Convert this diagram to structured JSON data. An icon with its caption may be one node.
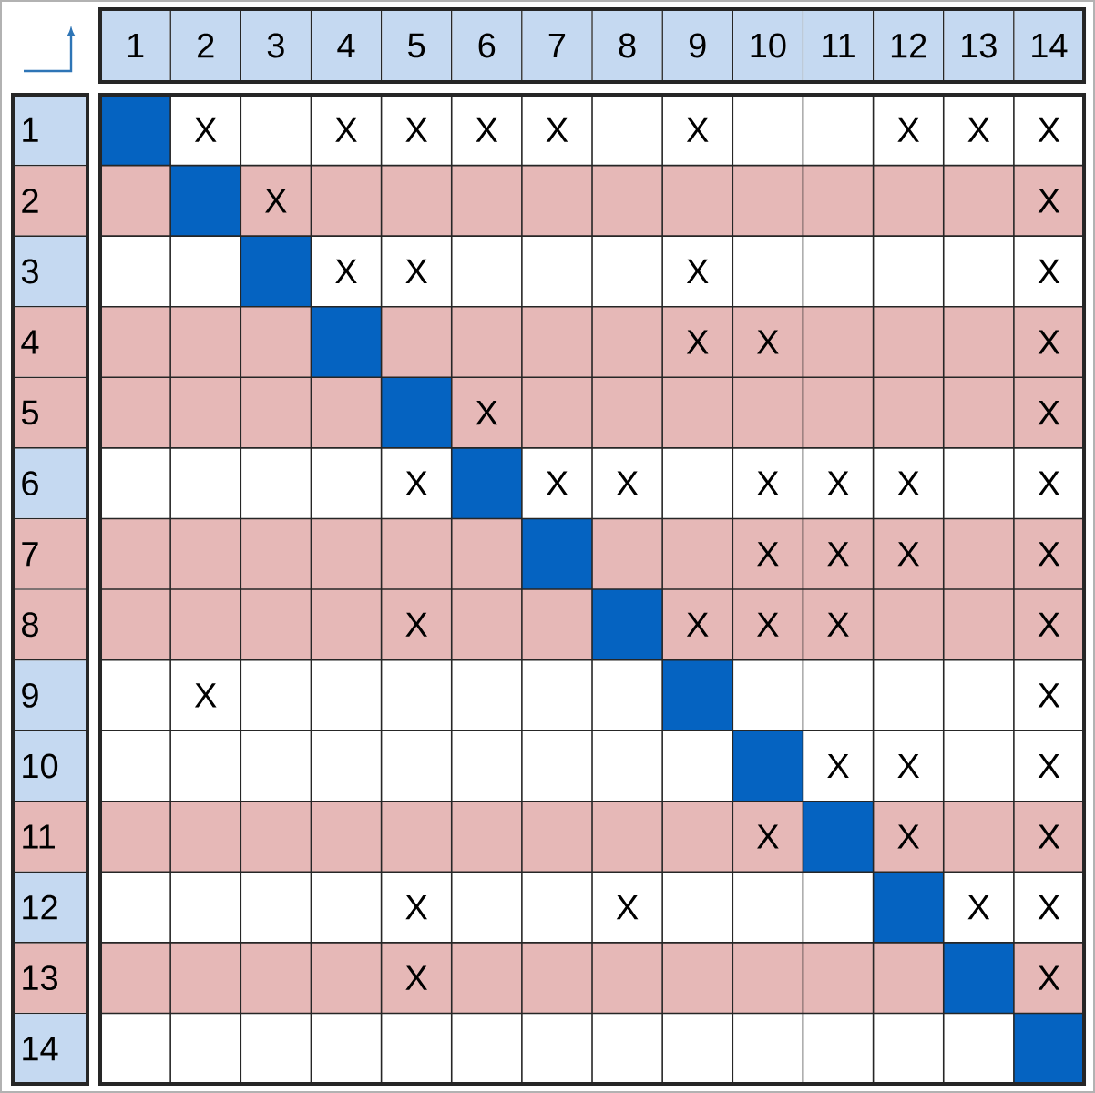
{
  "diagram": {
    "labels": [
      "1",
      "2",
      "3",
      "4",
      "5",
      "6",
      "7",
      "8",
      "9",
      "10",
      "11",
      "12",
      "13",
      "14",
      "1",
      "X",
      "X",
      "X",
      "X",
      "X",
      "X",
      "X",
      "X",
      "X",
      "2",
      "X",
      "X",
      "3",
      "X",
      "X",
      "X",
      "X",
      "4",
      "X",
      "X",
      "X",
      "5",
      "X",
      "X",
      "6",
      "X",
      "X",
      "X",
      "X",
      "X",
      "X",
      "X",
      "7",
      "X",
      "X",
      "X",
      "X",
      "8",
      "X",
      "X",
      "X",
      "X",
      "X",
      "9",
      "X",
      "X",
      "10",
      "X",
      "X",
      "X",
      "11",
      "X",
      "X",
      "X",
      "12",
      "X",
      "X",
      "X",
      "X",
      "13",
      "X",
      "X",
      "14"
    ]
  }
}
